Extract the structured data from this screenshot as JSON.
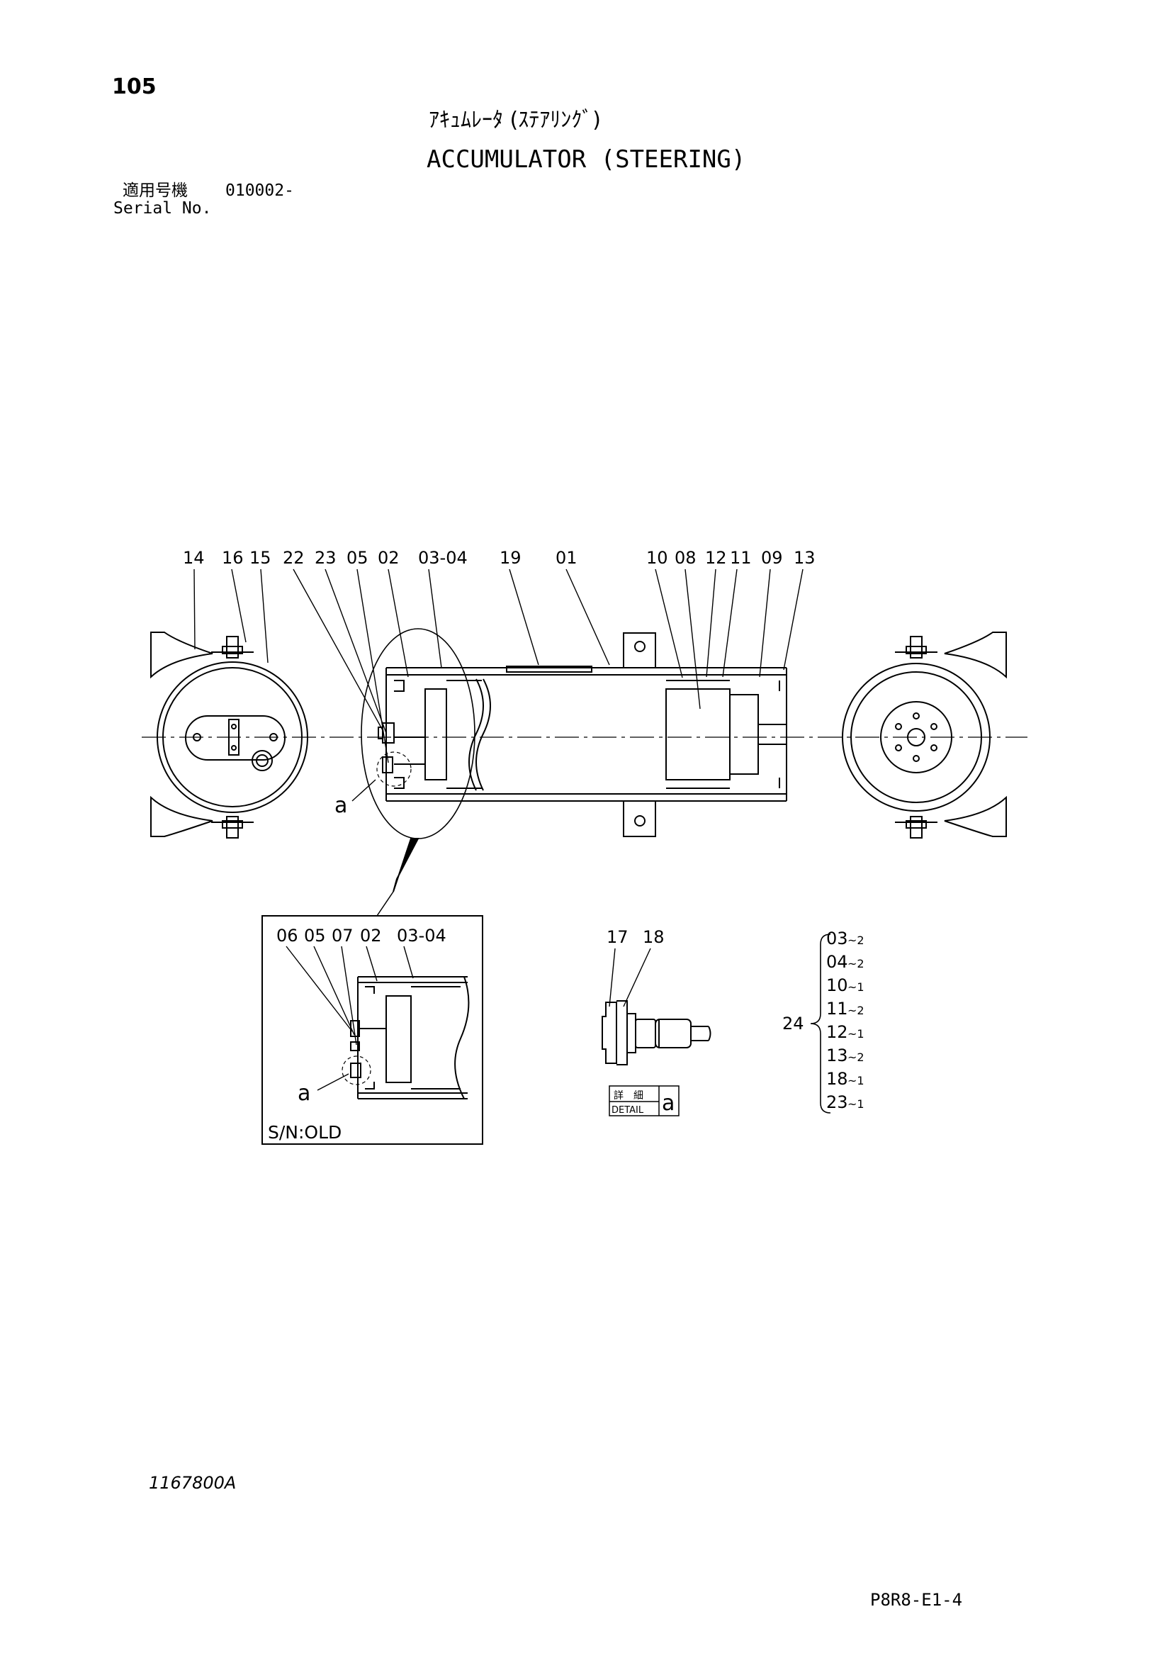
{
  "header": {
    "page_number": "105",
    "title_jp": "ｱｷｭﾑﾚｰﾀ (ｽﾃｱﾘﾝｸﾞ)",
    "title_en": "ACCUMULATOR (STEERING)",
    "serial_label_jp": "適用号機",
    "serial_value": "010002-",
    "serial_label_en": "Serial No."
  },
  "main_callouts": [
    "14",
    "16",
    "15",
    "22",
    "23",
    "05",
    "02",
    "03-04",
    "19",
    "01",
    "10",
    "08",
    "12",
    "11",
    "09",
    "13"
  ],
  "main_detail_marker": "a",
  "inset_old": {
    "callouts": [
      "06",
      "05",
      "07",
      "02",
      "03-04"
    ],
    "detail_marker": "a",
    "label": "S/N:OLD"
  },
  "detail_view": {
    "callouts": [
      "17",
      "18"
    ],
    "detail_label_jp": "詳　細",
    "detail_label_en": "DETAIL",
    "detail_marker": "a"
  },
  "kit": {
    "number": "24",
    "items": [
      {
        "part": "03",
        "qty": "~2"
      },
      {
        "part": "04",
        "qty": "~2"
      },
      {
        "part": "10",
        "qty": "~1"
      },
      {
        "part": "11",
        "qty": "~2"
      },
      {
        "part": "12",
        "qty": "~1"
      },
      {
        "part": "13",
        "qty": "~2"
      },
      {
        "part": "18",
        "qty": "~1"
      },
      {
        "part": "23",
        "qty": "~1"
      }
    ]
  },
  "footer": {
    "drawing_code": "1167800A",
    "page_code": "P8R8-E1-4"
  }
}
